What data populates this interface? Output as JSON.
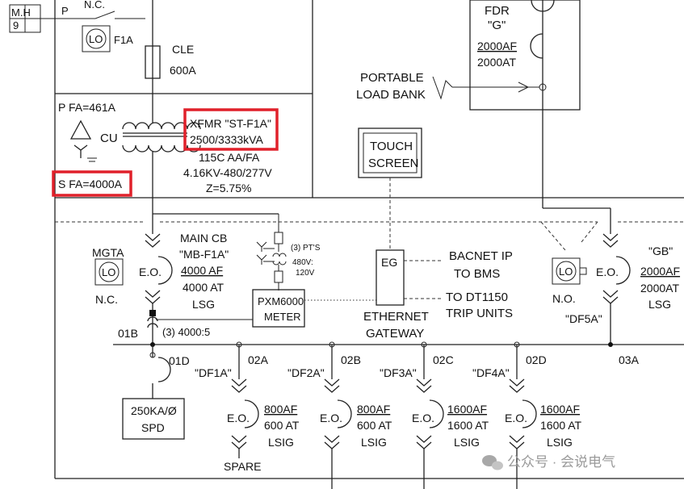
{
  "tag_mh": "M.H",
  "tag_9": "9",
  "label_p": "P",
  "label_nc_top": "N.C.",
  "lo": "LO",
  "f1a": "F1A",
  "cle": "CLE",
  "cle_rating": "600A",
  "feeder_g": {
    "fdr": "FDR",
    "g": "\"G\"",
    "af": "2000AF",
    "at": "2000AT"
  },
  "portable": "PORTABLE",
  "load_bank": "LOAD BANK",
  "touch": "TOUCH",
  "screen": "SCREEN",
  "pfa": "P FA=461A",
  "cu": "CU",
  "xfmr": {
    "name": "XFMR \"ST-F1A\"",
    "kva": "2500/3333kVA",
    "temp": "115C AA/FA",
    "volt": "4.16KV-480/277V",
    "z": "Z=5.75%"
  },
  "sfa": "S FA=4000A",
  "mgta": "MGTA",
  "nc_left": "N.C.",
  "eo": "E.O.",
  "main_cb": {
    "l1": "MAIN CB",
    "l2": "\"MB-F1A\"",
    "af": "4000 AF",
    "at": "4000 AT",
    "trip": "LSG"
  },
  "pts": {
    "l1": "(3) PT'S",
    "l2": "480V:",
    "l3": "120V"
  },
  "meter": {
    "l1": "PXM6000",
    "l2": "METER"
  },
  "eg": "EG",
  "bacnet": "BACNET IP",
  "to_bms": "TO BMS",
  "to_dt": "TO DT1150",
  "trip_units": "TRIP UNITS",
  "ethernet": "ETHERNET",
  "gateway": "GATEWAY",
  "no": "N.O.",
  "df5a": "\"DF5A\"",
  "gb": {
    "name": "\"GB\"",
    "af": "2000AF",
    "at": "2000AT",
    "trip": "LSG"
  },
  "bus": "01B",
  "ct": "(3) 4000:5",
  "o1d": "01D",
  "spd": {
    "l1": "250KA/Ø",
    "l2": "SPD"
  },
  "o3a": "03A",
  "feeders": [
    {
      "num": "02A",
      "name": "\"DF1A\"",
      "af": "800AF",
      "at": "600 AT",
      "trip": "LSIG"
    },
    {
      "num": "02B",
      "name": "\"DF2A\"",
      "af": "800AF",
      "at": "600 AT",
      "trip": "LSIG"
    },
    {
      "num": "02C",
      "name": "\"DF3A\"",
      "af": "1600AF",
      "at": "1600 AT",
      "trip": "LSIG"
    },
    {
      "num": "02D",
      "name": "\"DF4A\"",
      "af": "1600AF",
      "at": "1600 AT",
      "trip": "LSIG"
    }
  ],
  "spare": "SPARE",
  "watermark": "公众号 · 会说电气",
  "highlight_color": "#e0202a"
}
